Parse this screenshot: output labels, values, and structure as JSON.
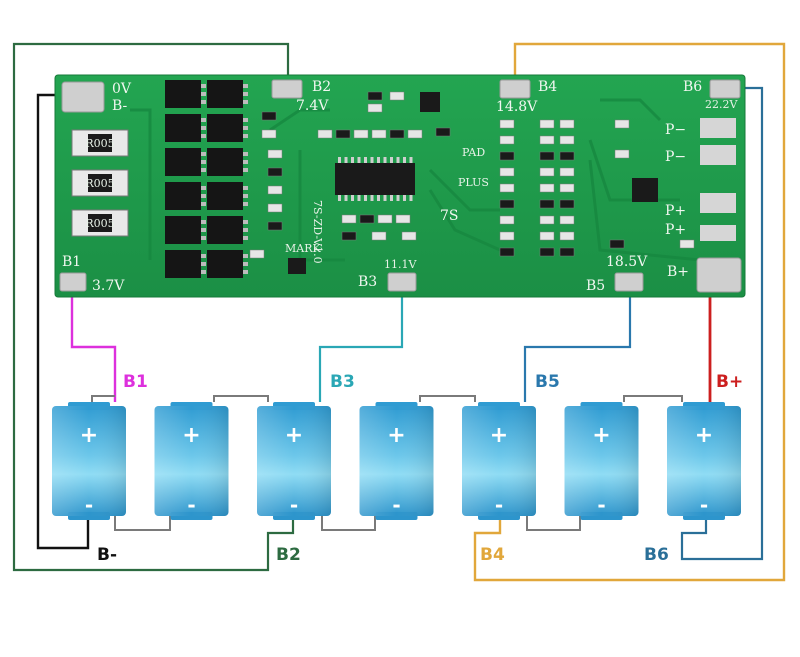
{
  "colors": {
    "pcb": "#1f9a4a",
    "pcb_dark": "#167a39",
    "pad": "#c9c9c9",
    "wire_black": "#111111",
    "wire_green": "#2d6b41",
    "wire_magenta": "#dd30dd",
    "wire_teal": "#2aa7b5",
    "wire_orange": "#e1a73b",
    "wire_blue": "#2a78ad",
    "wire_blue2": "#2a6f98",
    "wire_red": "#cc1f1f",
    "cell_top": "#3aa6d8",
    "cell_mid": "#7fd2ef"
  },
  "board": {
    "pads": {
      "zero_v": "0V",
      "b_minus": "B-",
      "b1": "B1",
      "b1_voltage": "3.7V",
      "b2": "B2",
      "b2_voltage": "7.4V",
      "b3": "B3",
      "b3_voltage": "11.1V",
      "b4": "B4",
      "b4_voltage": "14.8V",
      "b5": "B5",
      "b5_voltage": "18.5V",
      "b6": "B6",
      "b6_voltage": "22.2V",
      "p_minus_1": "P−",
      "p_minus_2": "P−",
      "p_plus_1": "P+",
      "p_plus_2": "P+",
      "b_plus": "B+"
    },
    "silk": {
      "model": "7S-ZD-V1.0",
      "series": "7S",
      "pad_text": "PAD",
      "plus_text": "PLUS",
      "mark_text": "MARK",
      "resistor_1": "R005",
      "resistor_2": "R005",
      "resistor_3": "R005"
    }
  },
  "cells": {
    "count": 7,
    "plus_sign": "+",
    "minus_sign": "-"
  },
  "wire_labels": {
    "b1": "B1",
    "b2": "B2",
    "b3": "B3",
    "b4": "B4",
    "b5": "B5",
    "b6": "B6",
    "b_minus": "B-",
    "b_plus": "B+"
  }
}
